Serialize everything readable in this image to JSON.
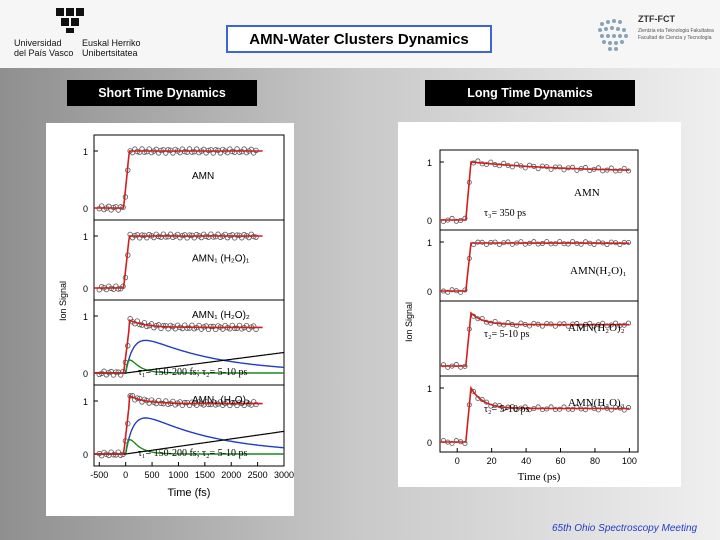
{
  "header": {
    "title": "AMN-Water Clusters  Dynamics",
    "left_logo_line1": "Universidad",
    "left_logo_line2": "del País Vasco",
    "left_logo_line3": "Euskal Herriko",
    "left_logo_line4": "Unibertsitatea",
    "right_logo_abbr": "ZTF-FCT",
    "right_logo_line1": "Zientzia eta Teknologia Fakultatea",
    "right_logo_line2": "Facultad de Ciencia y Tecnología"
  },
  "sections": {
    "short_label": "Short  Time Dynamics",
    "long_label": "Long Time Dynamics"
  },
  "footer": {
    "text": "65th Ohio Spectroscopy Meeting"
  },
  "colors": {
    "fit": "#d11f1f",
    "blue_component": "#1f3fbf",
    "green_component": "#1c8a1c",
    "black_component": "#000000"
  },
  "chart_data": [
    {
      "type": "line",
      "id": "short",
      "xlabel": "Time (fs)",
      "ylabel": "Ion Signal",
      "xlim": [
        -600,
        3000
      ],
      "xticks": [
        "-500",
        "0",
        "500",
        "1000",
        "1500",
        "2000",
        "2500",
        "3000"
      ],
      "panels": [
        {
          "label": "AMN",
          "ylim": [
            0,
            1
          ],
          "yticks": [
            "0",
            "1"
          ],
          "rise": 0,
          "plateau": 1.0
        },
        {
          "label": "AMN₁ (H₂O)₁",
          "ylim": [
            0,
            1
          ],
          "yticks": [
            "0",
            "1"
          ],
          "rise": 0,
          "plateau": 1.0
        },
        {
          "label": "AMN₁ (H₂O)₂",
          "ylim": [
            0,
            1
          ],
          "yticks": [
            "0",
            "1"
          ],
          "rise": 0,
          "plateau": 0.8,
          "annotation": "τ₁= 150-200 fs; τ₂= 5-10 ps"
        },
        {
          "label": "AMN₁ (H₂O)₃",
          "ylim": [
            0,
            1
          ],
          "yticks": [
            "0",
            "1"
          ],
          "rise": 0,
          "plateau": 0.95,
          "annotation": "τ₁= 150-200 fs; τ₂= 5-10 ps"
        }
      ]
    },
    {
      "type": "line",
      "id": "long",
      "xlabel": "Time (ps)",
      "ylabel": "Ion Signal",
      "xlim": [
        -10,
        105
      ],
      "xticks": [
        "0",
        "20",
        "40",
        "60",
        "80",
        "100"
      ],
      "panels": [
        {
          "label": "AMN",
          "ylim": [
            0,
            1
          ],
          "yticks": [
            "0",
            "1"
          ],
          "peak": 1.0,
          "decay_to": 0.82,
          "annotation": "τ₃= 350 ps"
        },
        {
          "label": "AMN(H₂O)₁",
          "ylim": [
            0,
            1
          ],
          "yticks": [
            "0",
            "1"
          ],
          "peak": 0.98,
          "decay_to": 0.96
        },
        {
          "label": "AMN(H₂O)₂",
          "ylim": [
            0,
            1
          ],
          "yticks": [],
          "peak": 1.0,
          "decay_to": 0.78,
          "annotation": "τ₂= 5-10 ps"
        },
        {
          "label": "AMN(H₂O)₃",
          "ylim": [
            0,
            1
          ],
          "yticks": [
            "0",
            "1"
          ],
          "peak": 1.0,
          "decay_to": 0.62,
          "annotation": "τ₂= 5-10 ps"
        }
      ]
    }
  ]
}
